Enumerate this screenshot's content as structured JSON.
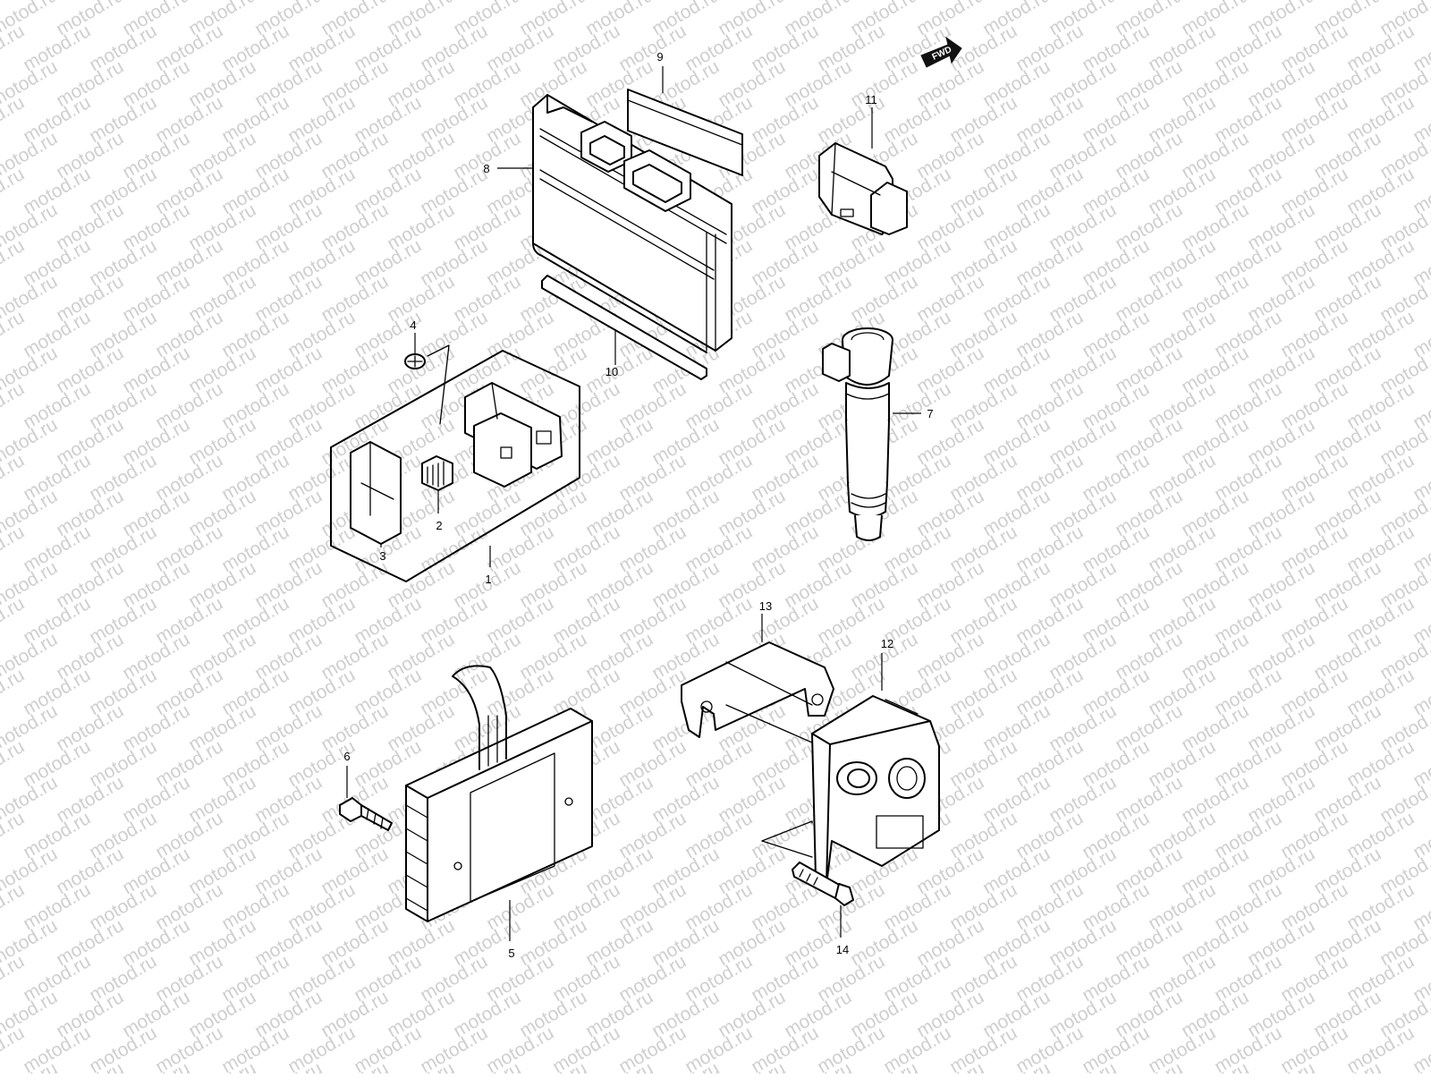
{
  "watermark": {
    "text": "motod.ru",
    "color": "#cfcfcf"
  },
  "fwd_badge": {
    "label": "FWD"
  },
  "callouts": [
    {
      "id": "1",
      "label": "1"
    },
    {
      "id": "2",
      "label": "2"
    },
    {
      "id": "3",
      "label": "3"
    },
    {
      "id": "4",
      "label": "4"
    },
    {
      "id": "5",
      "label": "5"
    },
    {
      "id": "6",
      "label": "6"
    },
    {
      "id": "7",
      "label": "7"
    },
    {
      "id": "8",
      "label": "8"
    },
    {
      "id": "9",
      "label": "9"
    },
    {
      "id": "10",
      "label": "10"
    },
    {
      "id": "11",
      "label": "11"
    },
    {
      "id": "12",
      "label": "12"
    },
    {
      "id": "13",
      "label": "13"
    },
    {
      "id": "14",
      "label": "14"
    }
  ]
}
